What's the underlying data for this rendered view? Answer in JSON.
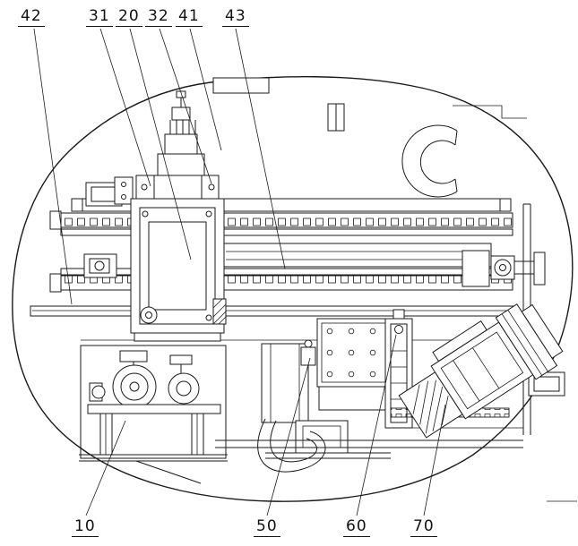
{
  "diagram": {
    "kind": "patent-style machine tool line drawing",
    "ink_color": "#1a1a1a",
    "background_color": "#ffffff",
    "reference_labels": {
      "n42": "42",
      "n31": "31",
      "n20": "20",
      "n32": "32",
      "n41": "41",
      "n43": "43",
      "n10": "10",
      "n50": "50",
      "n60": "60",
      "n70": "70"
    }
  }
}
